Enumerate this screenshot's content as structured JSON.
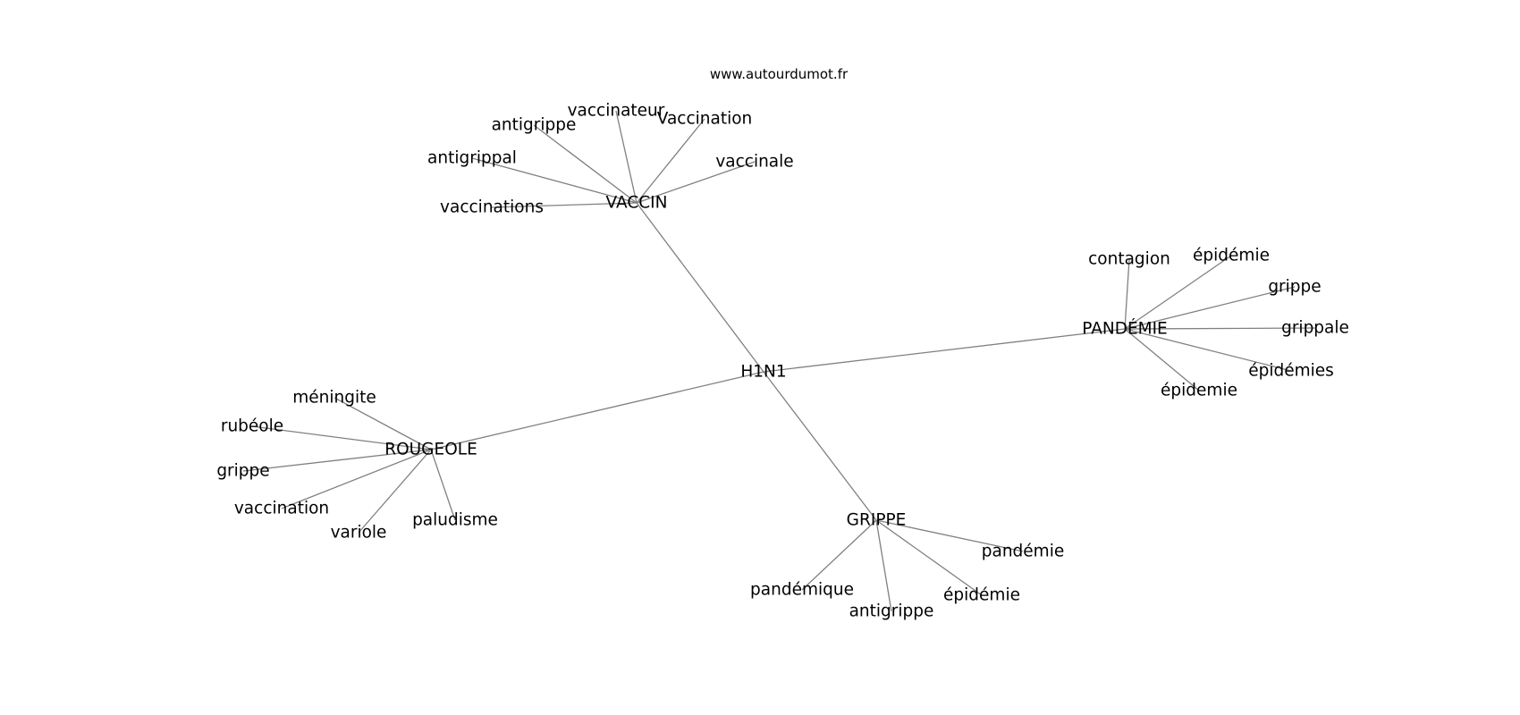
{
  "watermark": "www.autourdumot.fr",
  "root": "H1N1",
  "clusters": [
    {
      "hub": "VACCIN",
      "leaves": [
        "vaccinateur",
        "antigrippe",
        "Vaccination",
        "antigrippal",
        "vaccinale",
        "vaccinations"
      ]
    },
    {
      "hub": "PANDÉMIE",
      "leaves": [
        "contagion",
        "épidémie",
        "grippe",
        "grippale",
        "épidémies",
        "épidemie"
      ]
    },
    {
      "hub": "ROUGEOLE",
      "leaves": [
        "méningite",
        "rubéole",
        "grippe",
        "vaccination",
        "variole",
        "paludisme"
      ]
    },
    {
      "hub": "GRIPPE",
      "leaves": [
        "pandémie",
        "pandémique",
        "épidémie",
        "antigrippe"
      ]
    }
  ]
}
